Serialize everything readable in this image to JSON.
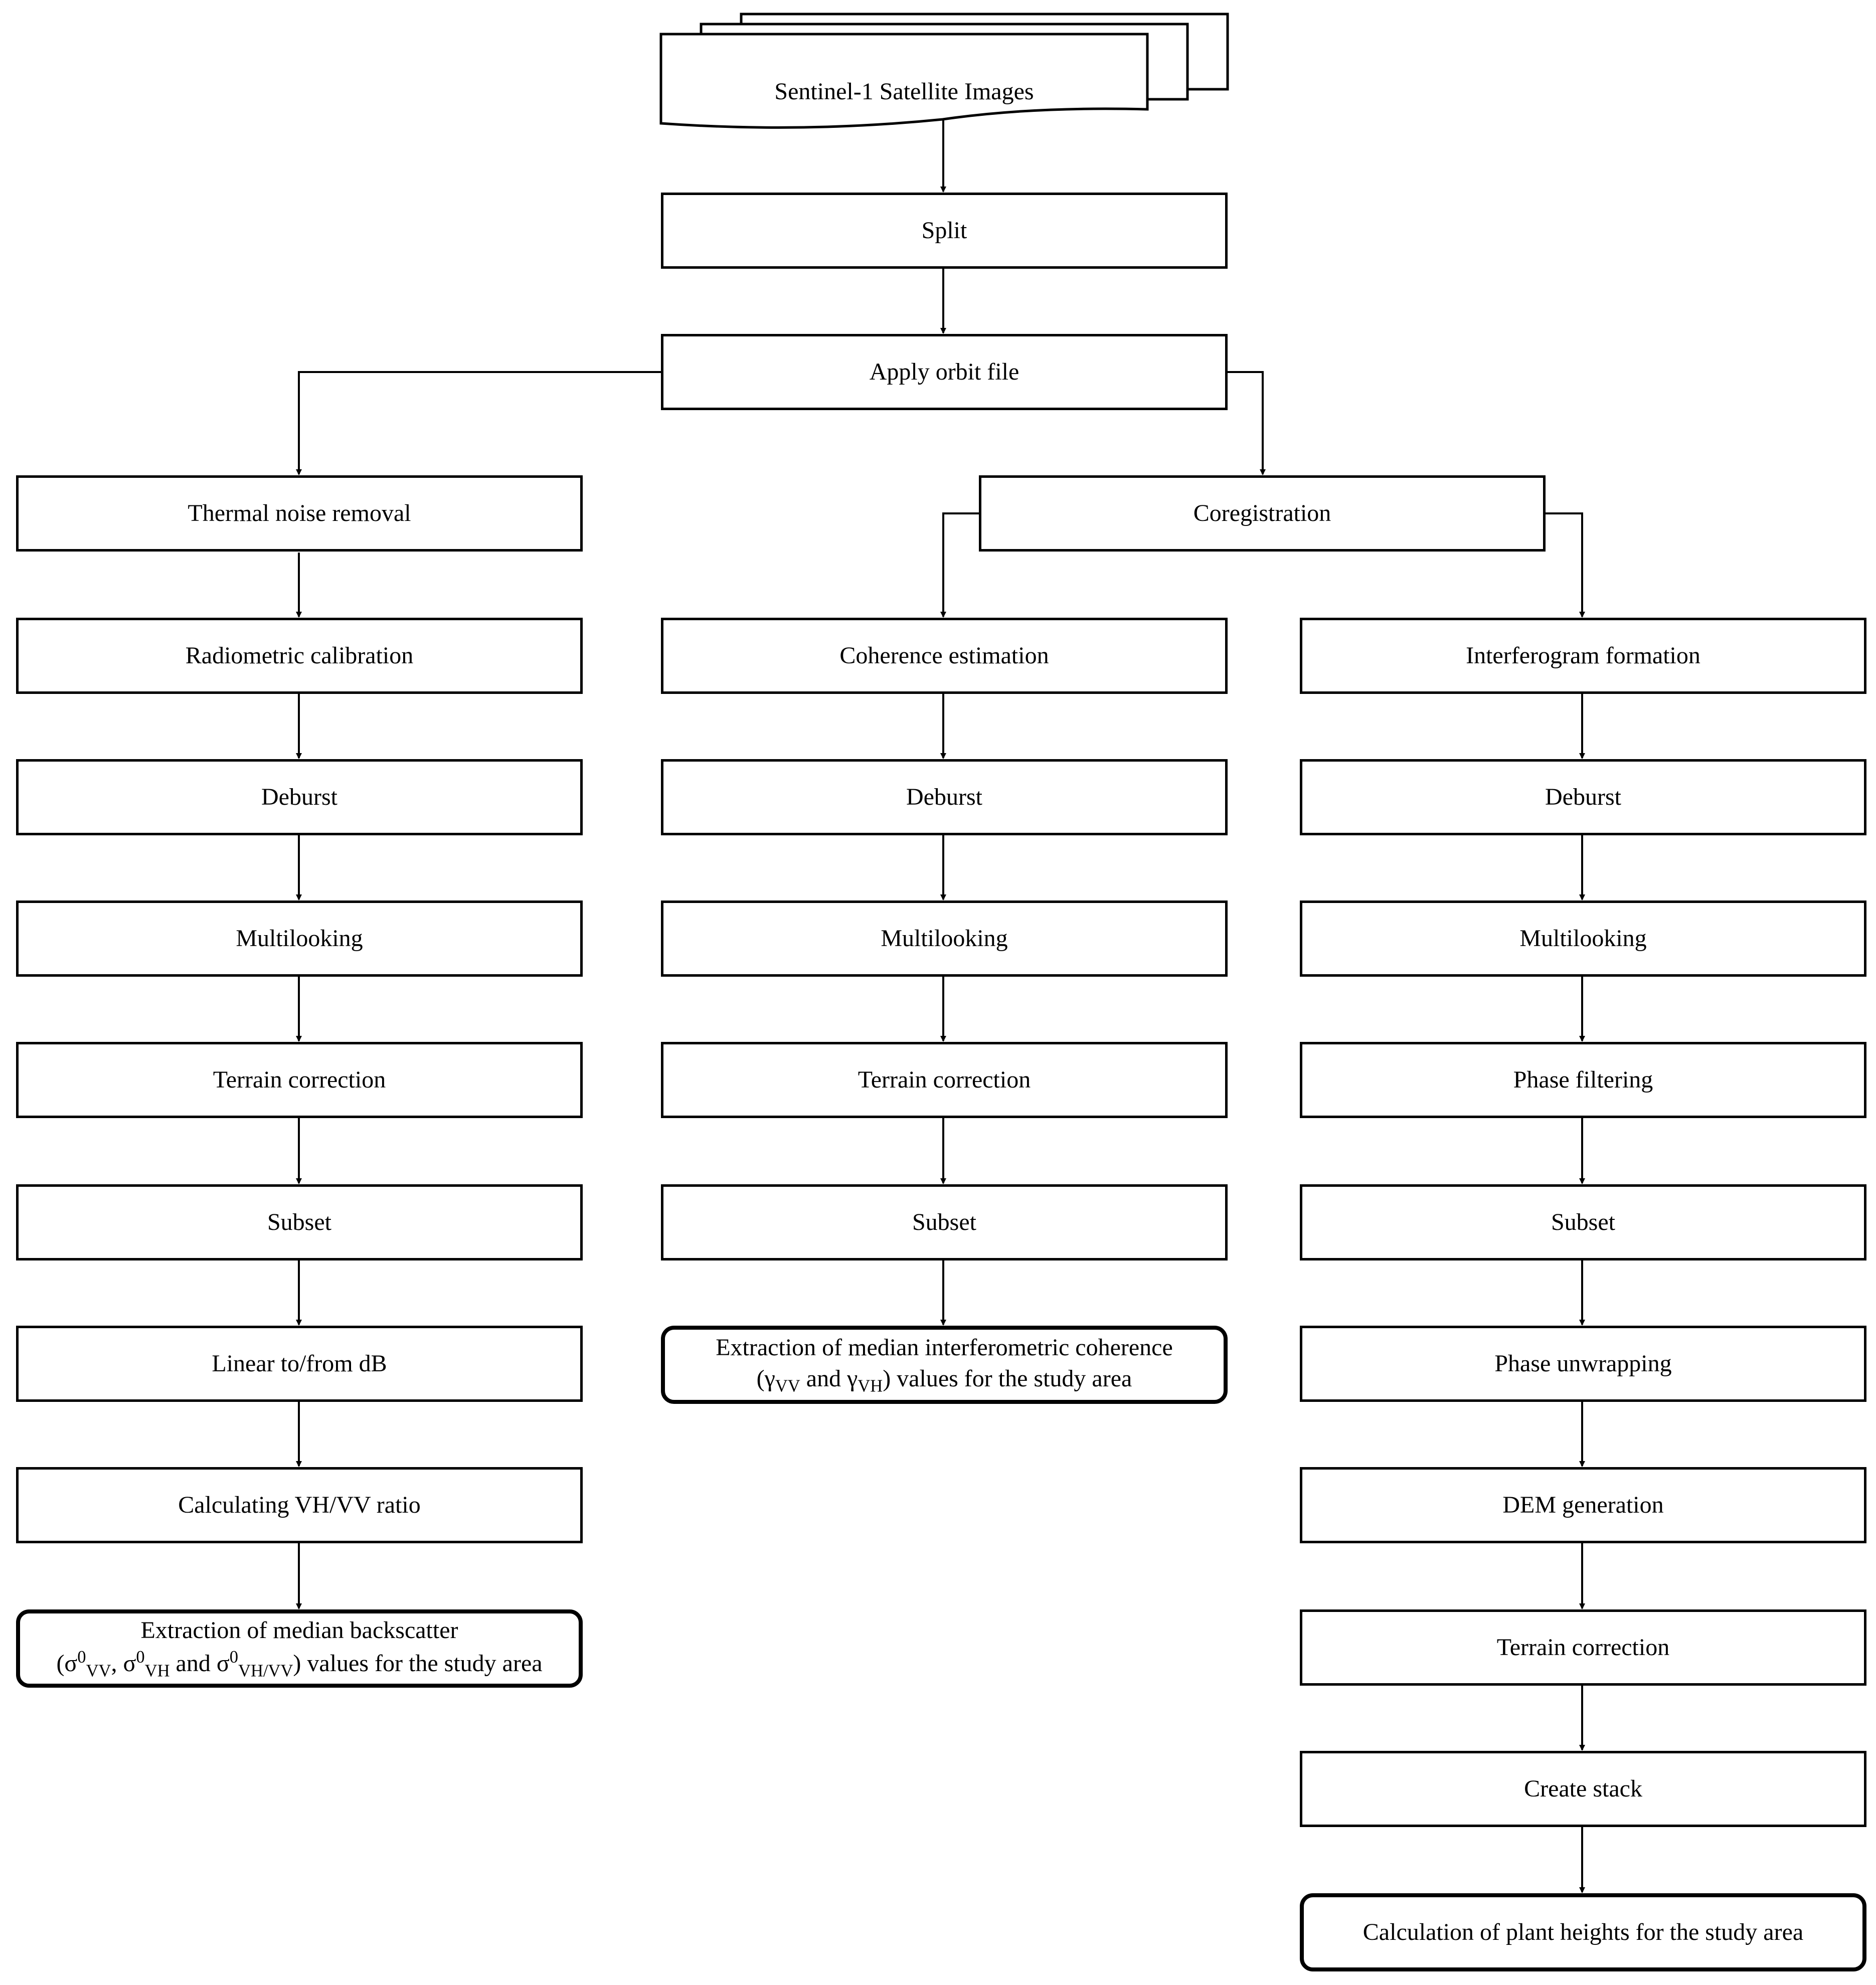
{
  "source": {
    "label": "Sentinel-1 Satellite Images"
  },
  "common": {
    "split": "Split",
    "apply_orbit": "Apply orbit file"
  },
  "left": {
    "steps": [
      "Thermal noise removal",
      "Radiometric calibration",
      "Deburst",
      "Multilooking",
      "Terrain correction",
      "Subset",
      "Linear to/from dB",
      "Calculating VH/VV ratio"
    ],
    "final": {
      "line1": "Extraction of median backscatter",
      "open": "(σ",
      "sup": "0",
      "vv": "VV",
      "comma1": ", σ",
      "vh": "VH",
      "and": " and σ",
      "vhvv": "VH/VV",
      "tail": ") values for the study area"
    }
  },
  "middle": {
    "coregistration": "Coregistration",
    "steps": [
      "Coherence estimation",
      "Deburst",
      "Multilooking",
      "Terrain correction",
      "Subset"
    ],
    "final": {
      "line1": "Extraction of median interferometric coherence",
      "open": "(γ",
      "vv": "VV",
      "and": " and γ",
      "vh": "VH",
      "tail": ") values for the study area"
    }
  },
  "right": {
    "steps": [
      "Interferogram formation",
      "Deburst",
      "Multilooking",
      "Phase filtering",
      "Subset",
      "Phase unwrapping",
      "DEM generation",
      "Terrain correction",
      "Create stack"
    ],
    "final": "Calculation of plant heights for the study area"
  }
}
